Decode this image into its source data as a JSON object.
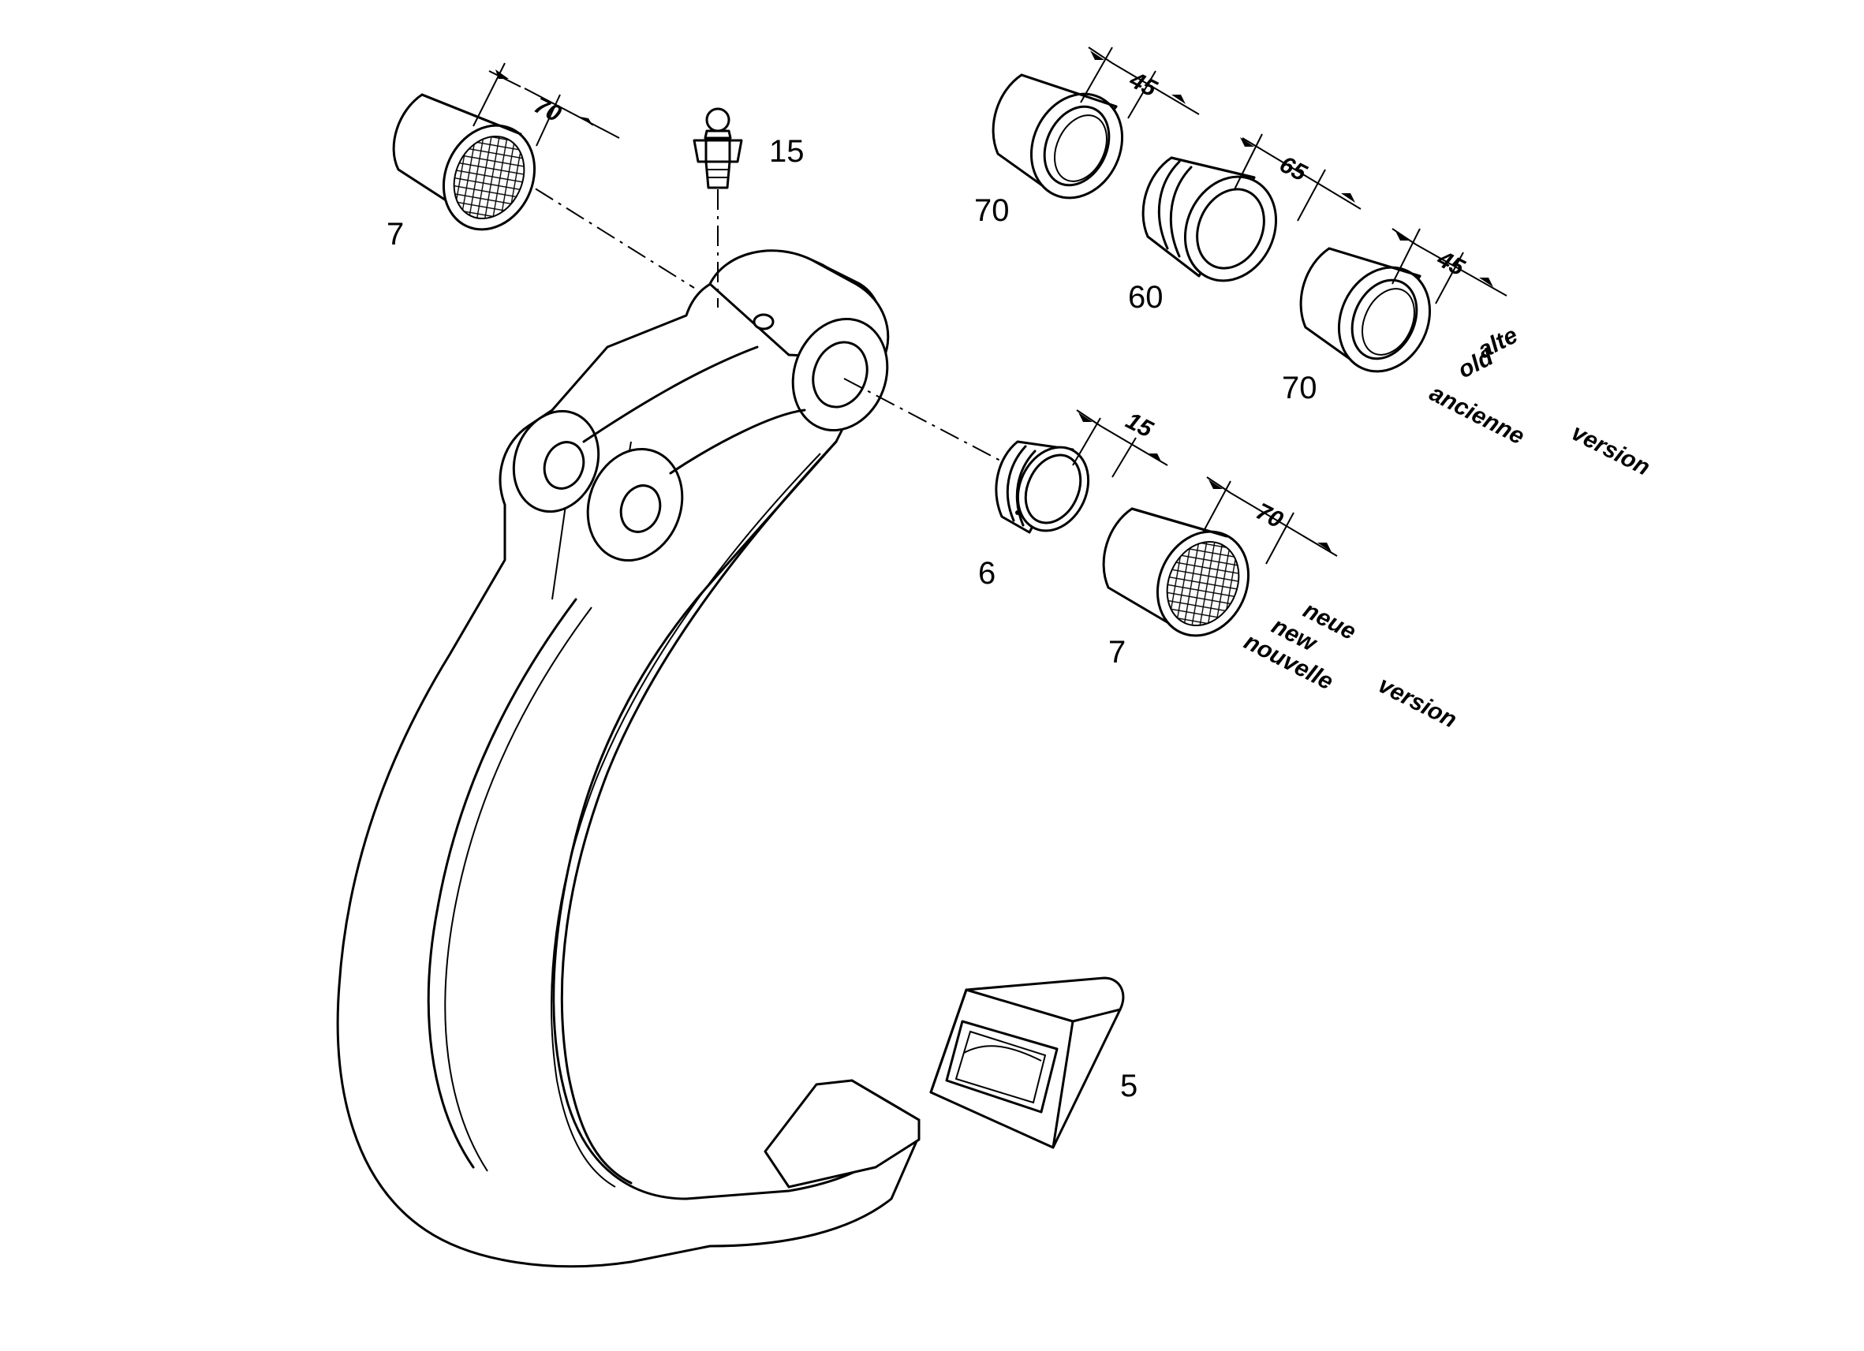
{
  "callouts": {
    "left_bushing": "7",
    "grease_nipple": "15",
    "old_bushing_top": "70",
    "old_spacer": "60",
    "old_bushing_bottom": "70",
    "seal_ring": "6",
    "new_bushing": "7",
    "tip": "5"
  },
  "dimensions": {
    "left_bushing": "70",
    "old_bushing_top": "45",
    "old_spacer": "65",
    "old_bushing_bottom": "45",
    "seal_ring": "15",
    "new_bushing": "70"
  },
  "old_version": {
    "line1": "alte",
    "line2": "old",
    "line3": "ancienne",
    "word": "version"
  },
  "new_version": {
    "line1": "neue",
    "line2": "new",
    "line3": "nouvelle",
    "word": "version"
  }
}
